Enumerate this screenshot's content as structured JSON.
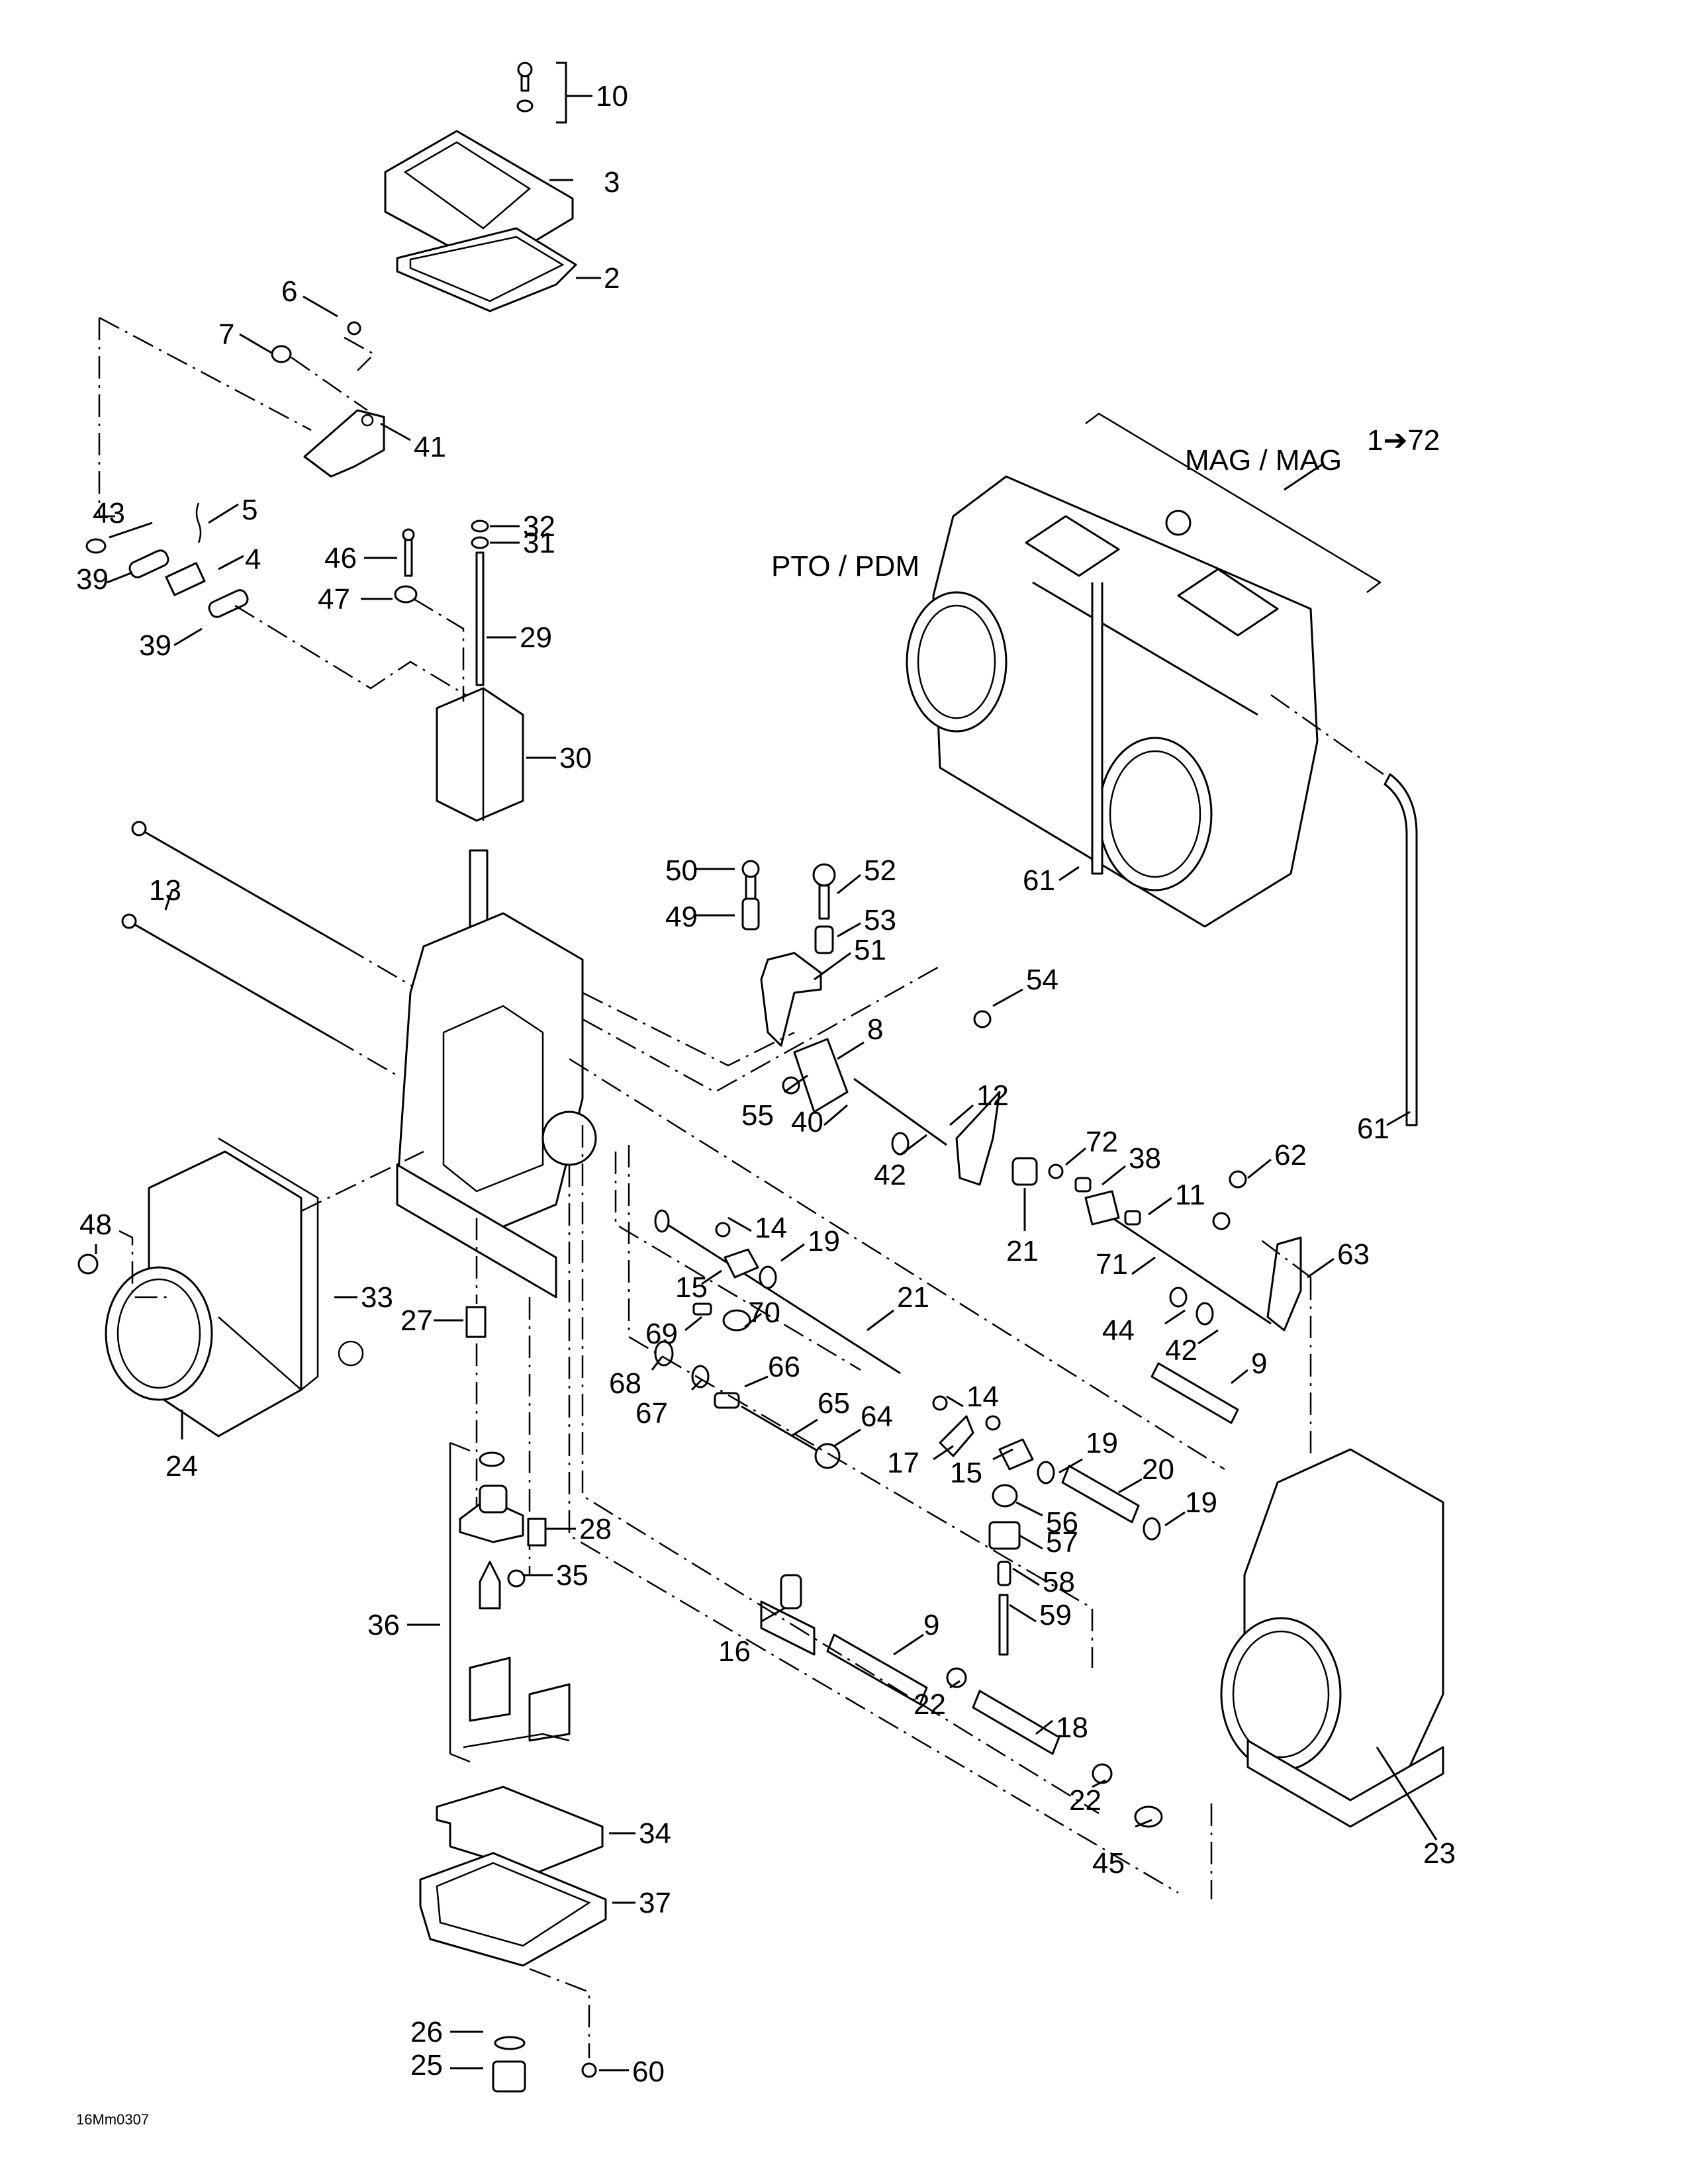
{
  "diagram": {
    "assembly_range": "1➔72",
    "side_labels": {
      "pto": "PTO / PDM",
      "mag": "MAG / MAG"
    },
    "drawing_code": "16Mm0307",
    "callouts": [
      {
        "id": "c10",
        "num": "10"
      },
      {
        "id": "c3",
        "num": "3"
      },
      {
        "id": "c2",
        "num": "2"
      },
      {
        "id": "c6",
        "num": "6"
      },
      {
        "id": "c7",
        "num": "7"
      },
      {
        "id": "c41",
        "num": "41"
      },
      {
        "id": "c43",
        "num": "43"
      },
      {
        "id": "c5",
        "num": "5"
      },
      {
        "id": "c4",
        "num": "4"
      },
      {
        "id": "c39a",
        "num": "39"
      },
      {
        "id": "c39b",
        "num": "39"
      },
      {
        "id": "c46",
        "num": "46"
      },
      {
        "id": "c47",
        "num": "47"
      },
      {
        "id": "c32",
        "num": "32"
      },
      {
        "id": "c31",
        "num": "31"
      },
      {
        "id": "c29",
        "num": "29"
      },
      {
        "id": "c30",
        "num": "30"
      },
      {
        "id": "c13",
        "num": "13"
      },
      {
        "id": "c48",
        "num": "48"
      },
      {
        "id": "c33",
        "num": "33"
      },
      {
        "id": "c24",
        "num": "24"
      },
      {
        "id": "c27",
        "num": "27"
      },
      {
        "id": "c50",
        "num": "50"
      },
      {
        "id": "c49",
        "num": "49"
      },
      {
        "id": "c52",
        "num": "52"
      },
      {
        "id": "c53",
        "num": "53"
      },
      {
        "id": "c51",
        "num": "51"
      },
      {
        "id": "c54",
        "num": "54"
      },
      {
        "id": "c8",
        "num": "8"
      },
      {
        "id": "c55",
        "num": "55"
      },
      {
        "id": "c40",
        "num": "40"
      },
      {
        "id": "c42a",
        "num": "42"
      },
      {
        "id": "c12",
        "num": "12"
      },
      {
        "id": "c21a",
        "num": "21"
      },
      {
        "id": "c72",
        "num": "72"
      },
      {
        "id": "c38",
        "num": "38"
      },
      {
        "id": "c11",
        "num": "11"
      },
      {
        "id": "c62",
        "num": "62"
      },
      {
        "id": "c63",
        "num": "63"
      },
      {
        "id": "c71",
        "num": "71"
      },
      {
        "id": "c44",
        "num": "44"
      },
      {
        "id": "c42b",
        "num": "42"
      },
      {
        "id": "c9a",
        "num": "9"
      },
      {
        "id": "c61a",
        "num": "61"
      },
      {
        "id": "c61b",
        "num": "61"
      },
      {
        "id": "c14a",
        "num": "14"
      },
      {
        "id": "c19a",
        "num": "19"
      },
      {
        "id": "c15a",
        "num": "15"
      },
      {
        "id": "c21b",
        "num": "21"
      },
      {
        "id": "c69",
        "num": "69"
      },
      {
        "id": "c70",
        "num": "70"
      },
      {
        "id": "c68",
        "num": "68"
      },
      {
        "id": "c67",
        "num": "67"
      },
      {
        "id": "c66",
        "num": "66"
      },
      {
        "id": "c65",
        "num": "65"
      },
      {
        "id": "c64",
        "num": "64"
      },
      {
        "id": "c17",
        "num": "17"
      },
      {
        "id": "c14b",
        "num": "14"
      },
      {
        "id": "c15b",
        "num": "15"
      },
      {
        "id": "c19b",
        "num": "19"
      },
      {
        "id": "c20",
        "num": "20"
      },
      {
        "id": "c19c",
        "num": "19"
      },
      {
        "id": "c56",
        "num": "56"
      },
      {
        "id": "c57",
        "num": "57"
      },
      {
        "id": "c58",
        "num": "58"
      },
      {
        "id": "c59",
        "num": "59"
      },
      {
        "id": "c9b",
        "num": "9"
      },
      {
        "id": "c16",
        "num": "16"
      },
      {
        "id": "c22a",
        "num": "22"
      },
      {
        "id": "c18",
        "num": "18"
      },
      {
        "id": "c22b",
        "num": "22"
      },
      {
        "id": "c23",
        "num": "23"
      },
      {
        "id": "c45",
        "num": "45"
      },
      {
        "id": "c28",
        "num": "28"
      },
      {
        "id": "c35",
        "num": "35"
      },
      {
        "id": "c36",
        "num": "36"
      },
      {
        "id": "c34",
        "num": "34"
      },
      {
        "id": "c37",
        "num": "37"
      },
      {
        "id": "c26",
        "num": "26"
      },
      {
        "id": "c25",
        "num": "25"
      },
      {
        "id": "c60",
        "num": "60"
      }
    ]
  }
}
